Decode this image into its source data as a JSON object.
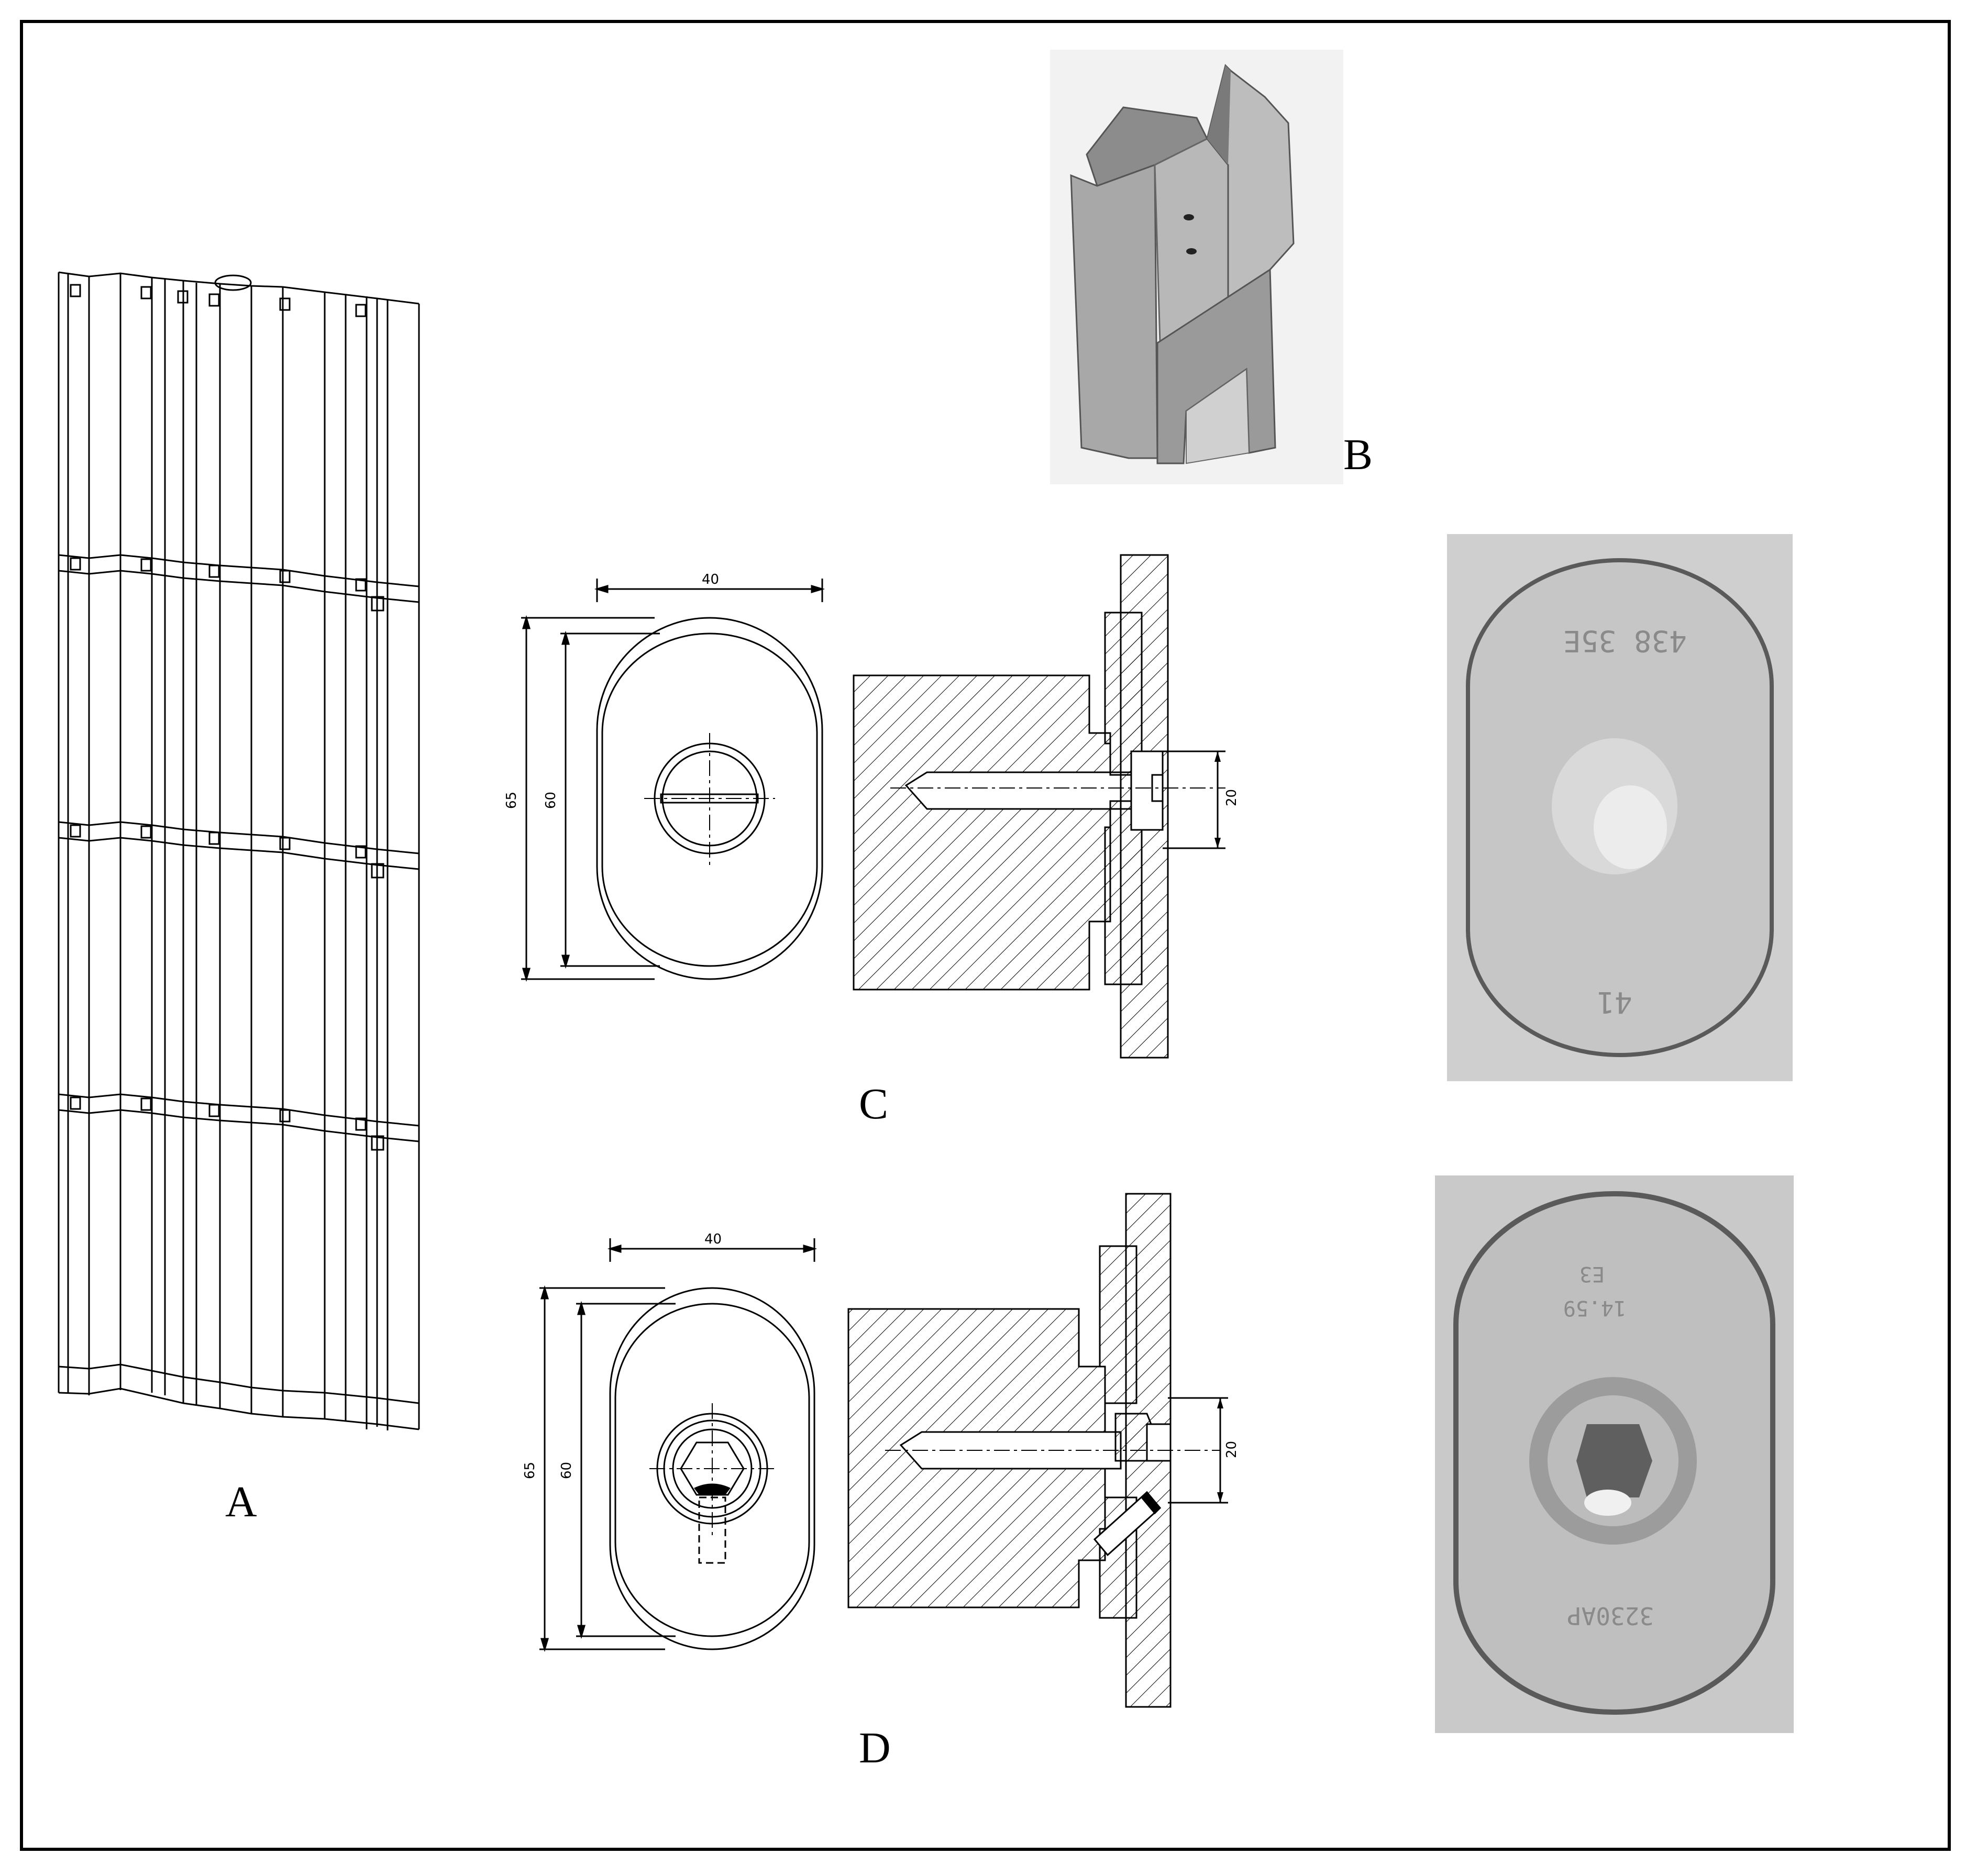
{
  "panels": {
    "A": {
      "label": "A"
    },
    "B": {
      "label": "B"
    },
    "C": {
      "label": "C",
      "dim_width": "40",
      "dim_height_outer": "65",
      "dim_height_inner": "60",
      "dim_bore": "20"
    },
    "D": {
      "label": "D",
      "dim_width": "40",
      "dim_height_outer": "65",
      "dim_height_inner": "60",
      "dim_bore": "20"
    }
  },
  "photo_markings": {
    "C_top": "438 35E",
    "C_bottom": "41",
    "D_top_1": "E3",
    "D_top_2": "14.59",
    "D_bottom": "3230AP"
  },
  "colors": {
    "ink": "#000000",
    "photo_bg": "#cfcfcf",
    "metal": "#a9a9a9"
  }
}
